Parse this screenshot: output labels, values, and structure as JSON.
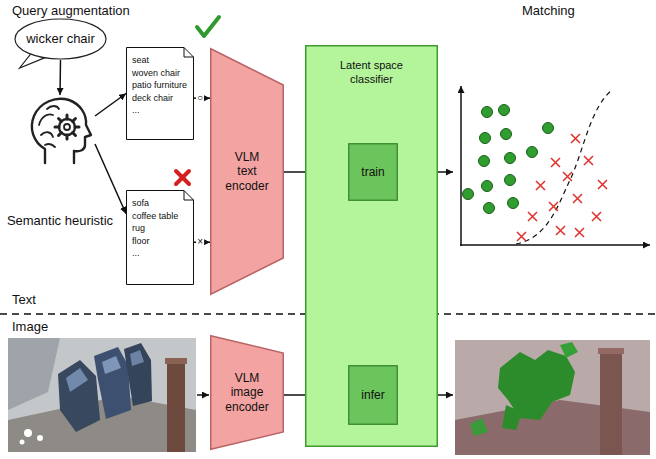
{
  "diagram": {
    "nodes": [
      {
        "text": [
          "wicker chair"
        ]
      },
      {
        "text": [
          "Semantic heuristic"
        ]
      },
      {
        "text": [
          "seat",
          "woven chair",
          "patio furniture",
          "deck chair",
          "..."
        ]
      },
      {
        "text": [
          "sofa",
          "coffee table",
          "rug",
          "floor",
          "..."
        ]
      },
      {
        "text": [
          "VLM text encoder"
        ]
      },
      {
        "text": [
          "Latent space classifier"
        ]
      },
      {
        "text": [
          "train"
        ],
        "in": 5
      },
      {
        "text": [
          "infer"
        ],
        "in": 5
      },
      {
        "text": [
          "VLM image encoder"
        ]
      }
    ],
    "edges": [
      {
        "from": 0,
        "to": 1,
        "arrow": "to"
      },
      {
        "from": 1,
        "to": 2,
        "arrow": "to"
      },
      {
        "from": 1,
        "to": 3,
        "arrow": "to"
      },
      {
        "from": 2,
        "to": 4,
        "label": "○",
        "arrow": "to"
      },
      {
        "from": 3,
        "to": 4,
        "label": "×",
        "arrow": "to"
      },
      {
        "from": 4,
        "to": 6,
        "arrow": "to"
      },
      {
        "from": 8,
        "to": 7,
        "arrow": "to"
      }
    ],
    "labels": [
      "Query augmentation",
      "Matching",
      "Text",
      "Image"
    ]
  }
}
